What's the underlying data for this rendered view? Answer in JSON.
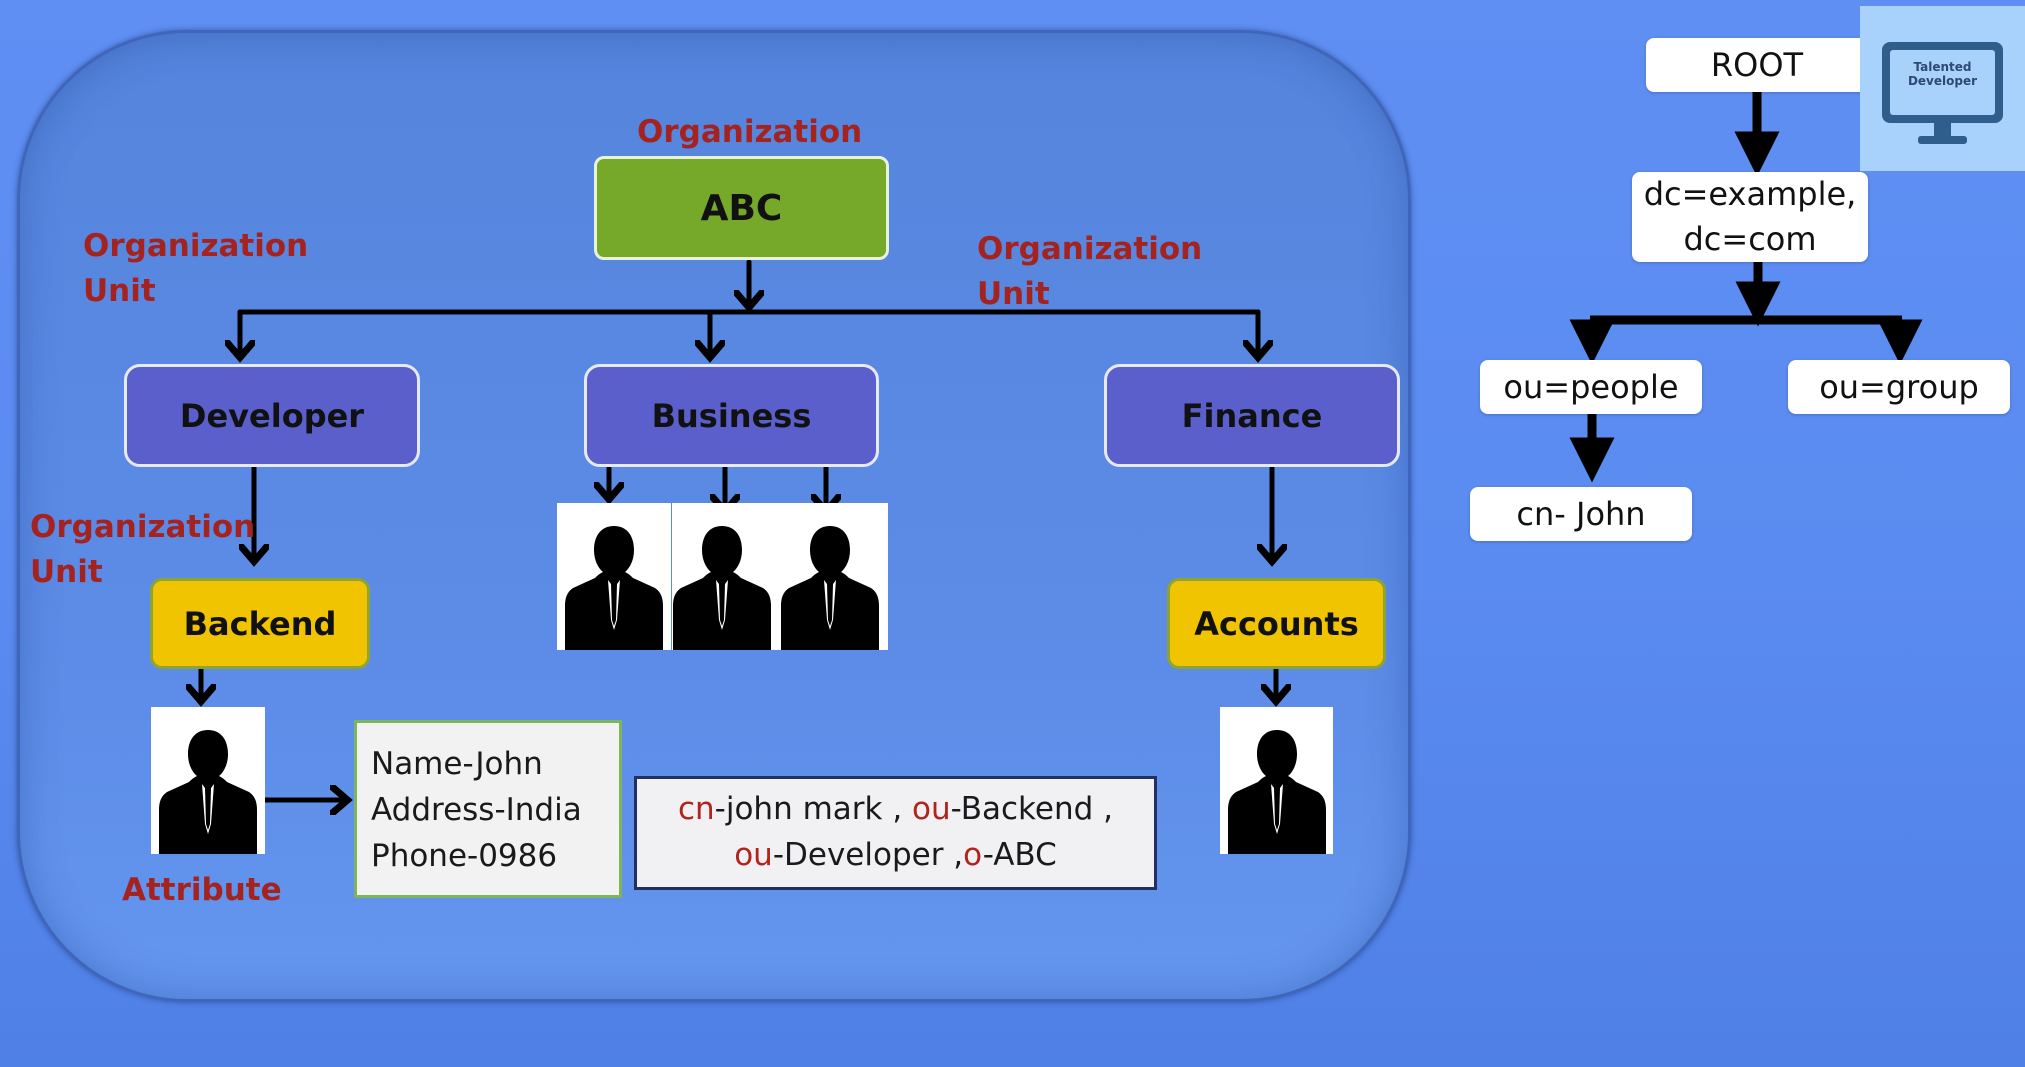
{
  "diagram": {
    "labels": {
      "organization": "Organization",
      "ou_left_line1": "Organization",
      "ou_left_line2": "Unit",
      "ou_right_line1": "Organization",
      "ou_right_line2": "Unit",
      "ou_lower_line1": "Organization",
      "ou_lower_line2": "Unit",
      "attribute": "Attribute"
    },
    "nodes": {
      "root_org": "ABC",
      "developer": "Developer",
      "business": "Business",
      "finance": "Finance",
      "backend": "Backend",
      "accounts": "Accounts"
    },
    "attributes": {
      "line1": "Name-John",
      "line2": "Address-India",
      "line3": "Phone-0986"
    },
    "dn": {
      "k1": "cn",
      "v1": "-john mark , ",
      "k2": "ou",
      "v2": "-Backend ,",
      "k3": "ou",
      "v3": "-Developer ,",
      "k4": "o",
      "v4": "-ABC"
    },
    "colors": {
      "label_red": "#a5231f",
      "org_green": "#76a929",
      "ou_purple": "#5a5fcc",
      "sub_yellow": "#f0c400"
    }
  },
  "tree": {
    "root": "ROOT",
    "dc_line1": "dc=example,",
    "dc_line2": "dc=com",
    "ou_people": "ou=people",
    "ou_group": "ou=group",
    "cn": "cn- John"
  },
  "logo": {
    "line1": "Talented",
    "line2": "Developer",
    "icon": "monitor-icon"
  }
}
